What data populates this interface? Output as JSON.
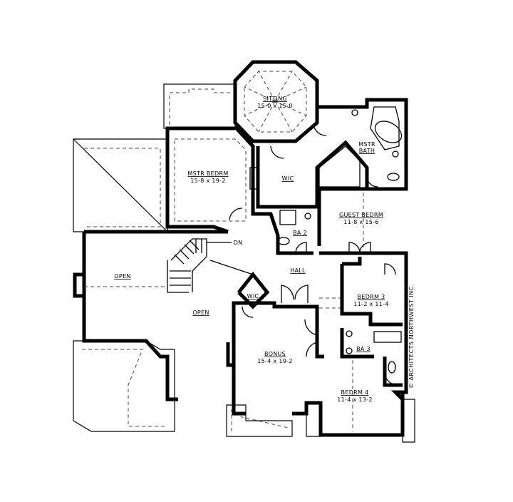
{
  "rooms": [
    {
      "name": "SITTING",
      "size": "15-0 x 15-0"
    },
    {
      "name": "MSTR BEDRM",
      "size": "15-8 x 19-2"
    },
    {
      "name": "MSTR BATH",
      "size": ""
    },
    {
      "name": "WIC",
      "size": ""
    },
    {
      "name": "GUEST BEDRM",
      "size": "11-8 x 15-6"
    },
    {
      "name": "BA 2",
      "size": ""
    },
    {
      "name": "HALL",
      "size": ""
    },
    {
      "name": "OPEN",
      "size": ""
    },
    {
      "name": "OPEN",
      "size": ""
    },
    {
      "name": "WIC",
      "size": ""
    },
    {
      "name": "BEDRM 3",
      "size": "11-2 x 11-4"
    },
    {
      "name": "BA 3",
      "size": ""
    },
    {
      "name": "BONUS",
      "size": "15-4 x 19-2"
    },
    {
      "name": "BEDRM 4",
      "size": "11-4 x 13-2"
    }
  ],
  "mstr_bath_line2": "BATH",
  "mstr_bath_line1": "MSTR",
  "stair_label": "DN",
  "copyright": "© ARCHITECTS NORTHWEST INC."
}
